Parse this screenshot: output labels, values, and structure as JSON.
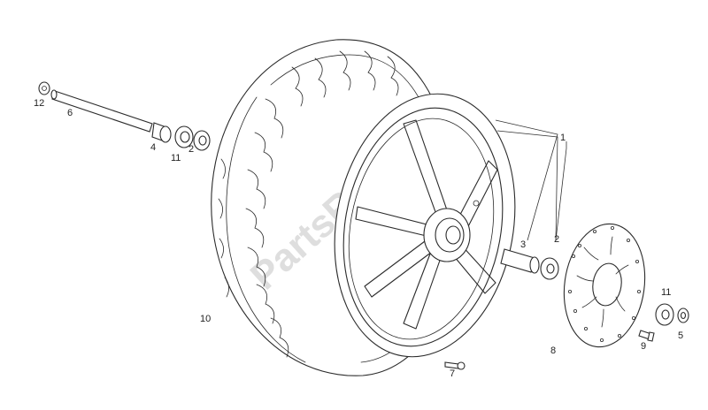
{
  "diagram": {
    "labels": {
      "axle": "6",
      "axle_nut": "12",
      "spacer_left": "4",
      "seal_left": "11",
      "bearing_left": "2",
      "wheel_assembly": "1",
      "spacer_right": "3",
      "bearing_right": "2",
      "brake_disc": "8",
      "disc_screw": "9",
      "seal_right": "11",
      "spacer_far_right": "5",
      "valve": "7",
      "tyre": "10"
    },
    "watermark": "PartsRepublik"
  }
}
